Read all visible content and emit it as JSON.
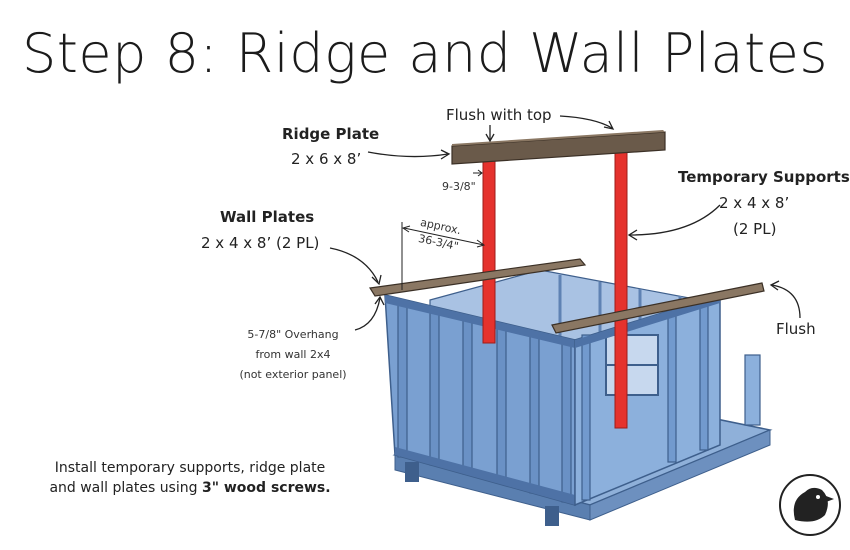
{
  "title": "Step 8: Ridge and Wall Plates",
  "labels": {
    "flush_top": "Flush with top",
    "ridge_name": "Ridge Plate",
    "ridge_size": "2 x 6 x 8’",
    "gap": "9-3/8\"",
    "temp_name": "Temporary Supports",
    "temp_size": "2 x 4 x 8’",
    "temp_qty": "(2 PL)",
    "wall_name": "Wall Plates",
    "wall_size": "2 x 4 x 8’ (2 PL)",
    "approx": "approx.",
    "approx_val": "36-3/4\"",
    "flush": "Flush",
    "overhang_1": "5-7/8\" Overhang",
    "overhang_2": "from wall 2x4",
    "overhang_3": "(not exterior panel)"
  },
  "instructions": {
    "line1": "Install temporary supports, ridge plate",
    "line2_prefix": "and wall plates using ",
    "line2_bold": "3\" wood screws."
  },
  "colors": {
    "frame": "#6f96c7",
    "frame_dark": "#3e5f8c",
    "plate": "#6a5a4a",
    "support": "#e5322d",
    "text": "#222222"
  },
  "logo": "chicken-logo-icon"
}
